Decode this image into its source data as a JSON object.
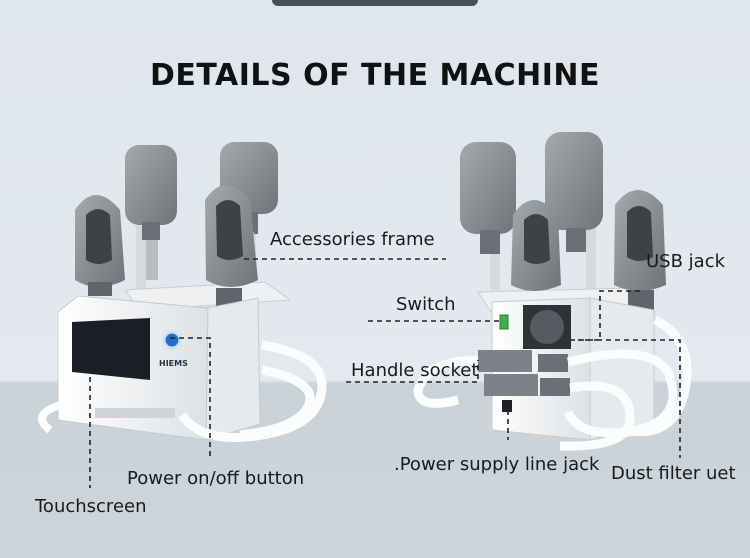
{
  "title": "DETAILS OF THE MACHINE",
  "device_brand": "HIEMS",
  "labels": {
    "accessories_frame": "Accessories frame",
    "power_button": "Power on/off button",
    "touchscreen": "Touchscreen",
    "usb_jack": "USB jack",
    "switch": "Switch",
    "handle_socket": "Handle socket",
    "power_supply_jack": ".Power supply line jack",
    "dust_filter": "Dust filter uet"
  },
  "colors": {
    "background": "#e0e7ec",
    "floor": "#cdd5db",
    "machine_body": "#f4f5f6",
    "handle_grey": "#8d9297",
    "screen": "#1b1f25",
    "switch_green": "#3fae49"
  }
}
